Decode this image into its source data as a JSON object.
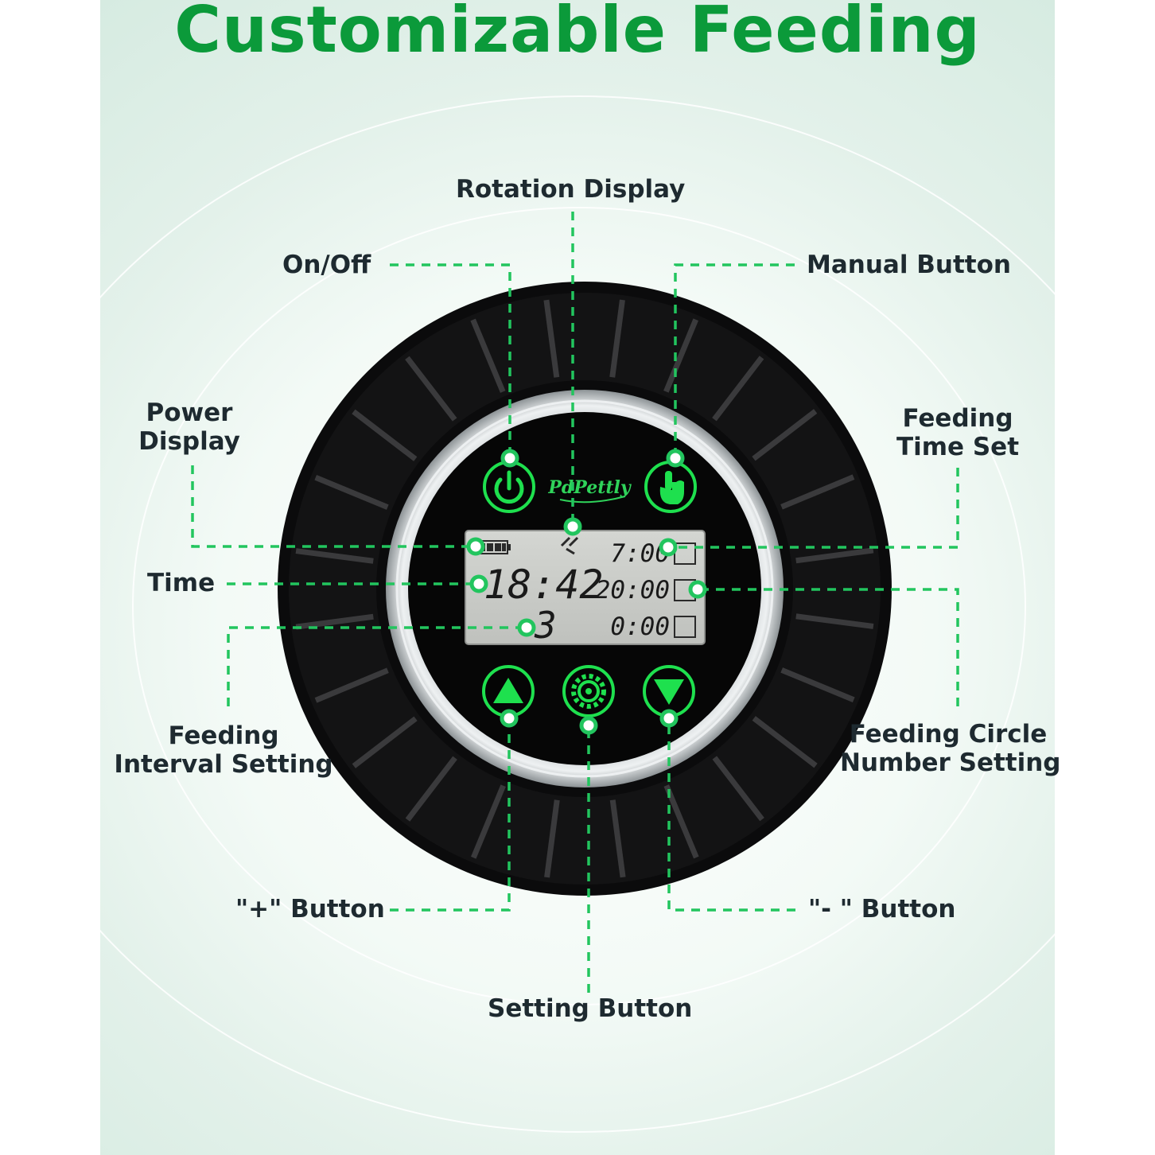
{
  "title": "Customizable Feeding",
  "brand": "PdPettly",
  "lcd": {
    "time": "18:42",
    "interval": "3",
    "schedule": [
      "7:00",
      "20:00",
      "0:00"
    ]
  },
  "labels": {
    "rotation_display": "Rotation Display",
    "on_off": "On/Off",
    "manual_button": "Manual Button",
    "power_display": [
      "Power",
      "Display"
    ],
    "feeding_time_set": [
      "Feeding",
      "Time Set"
    ],
    "time": "Time",
    "feeding_interval_setting": [
      "Feeding",
      "Interval Setting"
    ],
    "feeding_circle_number_setting": [
      "Feeding Circle",
      "Number Setting"
    ],
    "plus_button": "\"+\" Button",
    "minus_button": "\"- \" Button",
    "setting_button": "Setting Button"
  },
  "icons": [
    "power-icon",
    "hand-pointer-icon",
    "up-triangle-icon",
    "gear-icon",
    "down-triangle-icon",
    "battery-icon",
    "rotation-icon"
  ],
  "colors": {
    "title_green": "#0b9a3a",
    "leader_green": "#22c55e",
    "button_green": "#1ee04e",
    "device_black": "#0e0e0f",
    "lcd_gray": "#c9cbc7",
    "label_text": "#1e2a30"
  }
}
